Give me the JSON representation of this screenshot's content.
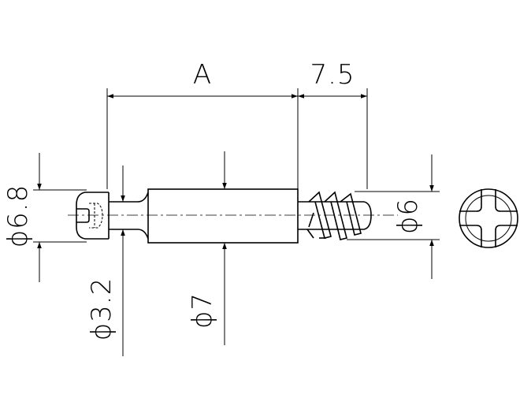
{
  "drawing": {
    "dimensions": {
      "length_a": "A",
      "thread_length": "7.5",
      "head_diameter": "ϕ6.8",
      "neck_diameter": "ϕ3.2",
      "body_diameter": "ϕ7",
      "thread_diameter": "ϕ6"
    },
    "colors": {
      "line": "#000000",
      "background": "#ffffff"
    }
  }
}
